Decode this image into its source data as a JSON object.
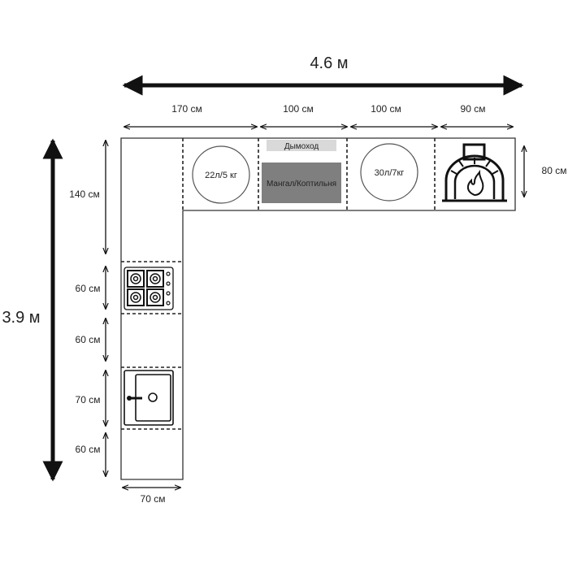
{
  "overall": {
    "width_label": "4.6 м",
    "height_label": "3.9 м"
  },
  "top_dimensions": [
    "170 см",
    "100 см",
    "100 см",
    "90 см"
  ],
  "right_dimension": "80 см",
  "left_dimensions": [
    "140 см",
    "60 см",
    "60 см",
    "70 см",
    "60 см"
  ],
  "bottom_dimension": "70 см",
  "modules": {
    "tank_small": "22л/5 кг",
    "chimney": "Дымоход",
    "grill": "Мангал/Коптильня",
    "tank_large": "30л/7кг"
  },
  "colors": {
    "outline": "#333333",
    "grill_fill": "#7f7f7f",
    "chimney_fill": "#d9d9d9"
  }
}
